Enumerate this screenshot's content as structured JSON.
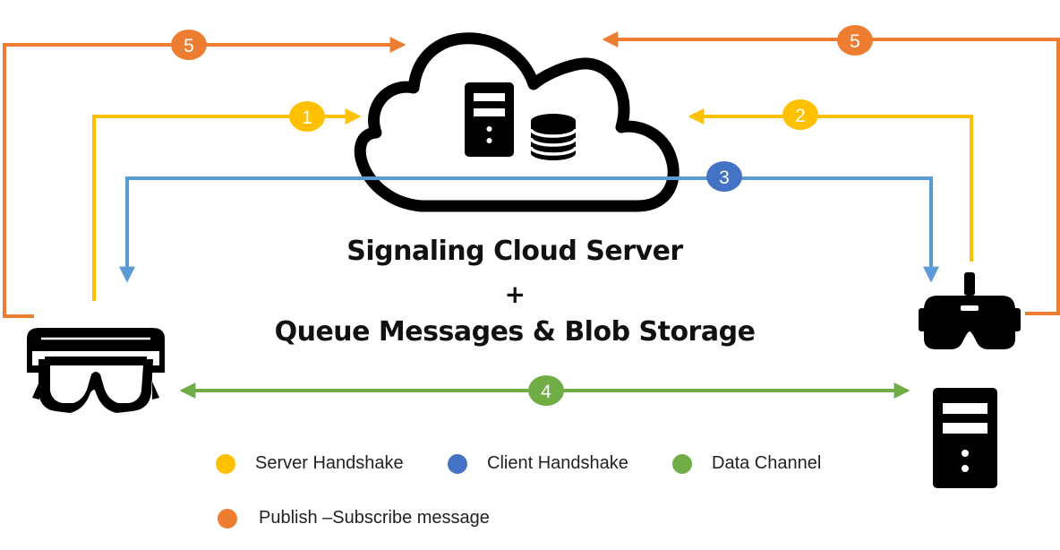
{
  "title": {
    "line1": "Signaling Cloud Server",
    "plus": "+",
    "line2": "Queue Messages & Blob Storage"
  },
  "colors": {
    "server_handshake": "#FFC000",
    "client_handshake": "#4472C4",
    "client_line": "#5B9BD5",
    "data_channel": "#70AD47",
    "publish_subscribe": "#ED7D31"
  },
  "badges": {
    "step1": "1",
    "step2": "2",
    "step3": "3",
    "step4": "4",
    "step5_left": "5",
    "step5_right": "5"
  },
  "legend": {
    "server_handshake": "Server Handshake",
    "client_handshake": "Client Handshake",
    "data_channel": "Data Channel",
    "publish_subscribe": "Publish –Subscribe message"
  },
  "icons": {
    "cloud": "cloud-icon",
    "cloud_server": "server-tower-icon",
    "database": "database-icon",
    "hololens": "mixed-reality-headset-icon",
    "vr_headset": "vr-headset-icon",
    "pc": "pc-tower-icon"
  }
}
